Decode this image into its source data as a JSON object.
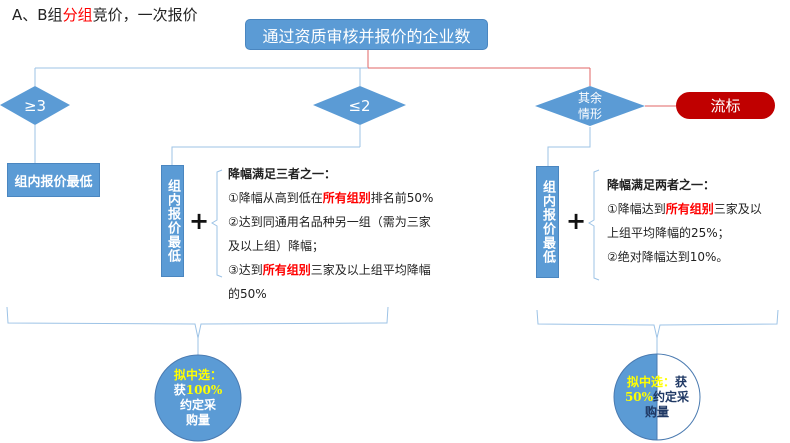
{
  "title": {
    "prefix": "A、B组",
    "highlight": "分组",
    "suffix": "竞价，一次报价"
  },
  "top_box": "通过资质审核并报价的企业数",
  "branches": {
    "left": {
      "label": "≥3",
      "result": "组内报价最低"
    },
    "middle": {
      "label": "≤2",
      "result": "组内报价最低",
      "plus": "+",
      "heading": "降幅满足三者之一：",
      "lines": [
        {
          "pre": "①降幅从高到低在",
          "red": "所有组别",
          "post": "排名前50%"
        },
        {
          "pre": "②达到同通用名品种另一组（需为三家",
          "red": "",
          "post": ""
        },
        {
          "pre": "及以上组）降幅；",
          "red": "",
          "post": ""
        },
        {
          "pre": "③达到",
          "red": "所有组别",
          "post": "三家及以上组平均降幅"
        },
        {
          "pre": "的50%",
          "red": "",
          "post": ""
        }
      ]
    },
    "right": {
      "label_line1": "其余",
      "label_line2": "情形",
      "fail": "流标",
      "result": "组内报价最低",
      "plus": "+",
      "heading": "降幅满足两者之一：",
      "lines": [
        {
          "pre": "①降幅达到",
          "red": "所有组别",
          "post": "三家及以"
        },
        {
          "pre": "上组平均降幅的25%；",
          "red": "",
          "post": ""
        },
        {
          "pre": "②绝对降幅达到10%。",
          "red": "",
          "post": ""
        }
      ]
    }
  },
  "outcomes": {
    "full": {
      "line1": "拟中选：",
      "line2_pre": "获",
      "line2_hl": "100%",
      "line3": "约定采",
      "line4": "购量"
    },
    "half": {
      "line1": "拟中选：",
      "line1_post": "获",
      "line2_hl": "50%",
      "line2_post": "约定采",
      "line3": "购量"
    }
  },
  "colors": {
    "blue": "#5b9bd5",
    "red": "#c00000",
    "line": "#9dc3e6"
  }
}
